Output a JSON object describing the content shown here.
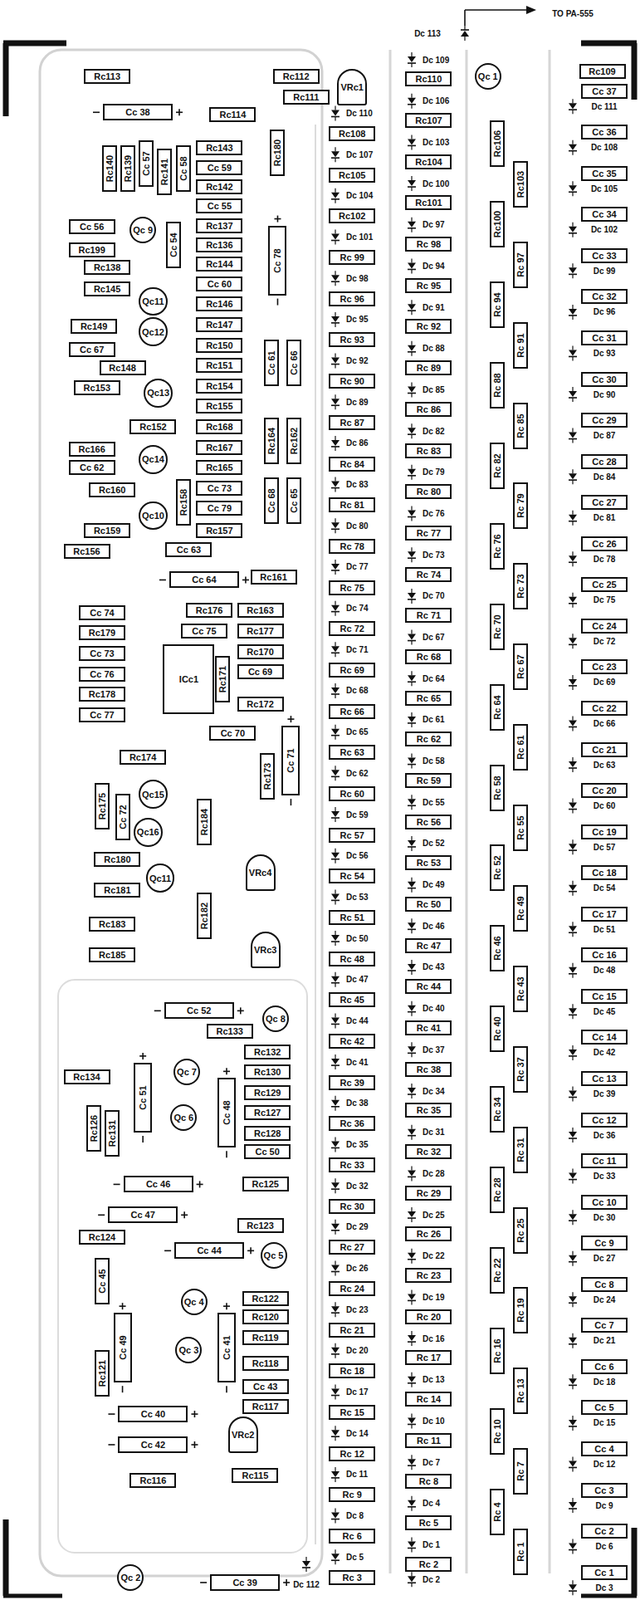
{
  "diagram": {
    "nodes": [
      {
        "text": [
          "Rc 1"
        ]
      },
      {
        "text": [
          "Rc 2"
        ]
      },
      {
        "text": [
          "Rc 3"
        ]
      },
      {
        "text": [
          "Rc 4"
        ]
      },
      {
        "text": [
          "Rc 5"
        ]
      },
      {
        "text": [
          "Rc 6"
        ]
      },
      {
        "text": [
          "Rc 7"
        ]
      },
      {
        "text": [
          "Rc 8"
        ]
      },
      {
        "text": [
          "Rc 9"
        ]
      },
      {
        "text": [
          "Rc 10"
        ]
      },
      {
        "text": [
          "Rc 11"
        ]
      },
      {
        "text": [
          "Rc 12"
        ]
      },
      {
        "text": [
          "Rc 13"
        ]
      },
      {
        "text": [
          "Rc 14"
        ]
      },
      {
        "text": [
          "Rc 15"
        ]
      },
      {
        "text": [
          "Rc 16"
        ]
      },
      {
        "text": [
          "Rc 17"
        ]
      },
      {
        "text": [
          "Rc 18"
        ]
      },
      {
        "text": [
          "Rc 19"
        ]
      },
      {
        "text": [
          "Rc 20"
        ]
      },
      {
        "text": [
          "Rc 21"
        ]
      },
      {
        "text": [
          "Rc 22"
        ]
      },
      {
        "text": [
          "Rc 23"
        ]
      },
      {
        "text": [
          "Rc 24"
        ]
      },
      {
        "text": [
          "Rc 25"
        ]
      },
      {
        "text": [
          "Rc 26"
        ]
      },
      {
        "text": [
          "Rc 27"
        ]
      },
      {
        "text": [
          "Rc 28"
        ]
      },
      {
        "text": [
          "Rc 29"
        ]
      },
      {
        "text": [
          "Rc 30"
        ]
      },
      {
        "text": [
          "Rc 31"
        ]
      },
      {
        "text": [
          "Rc 32"
        ]
      },
      {
        "text": [
          "Rc 33"
        ]
      },
      {
        "text": [
          "Rc 34"
        ]
      },
      {
        "text": [
          "Rc 35"
        ]
      },
      {
        "text": [
          "Rc 36"
        ]
      },
      {
        "text": [
          "Rc 37"
        ]
      },
      {
        "text": [
          "Rc 38"
        ]
      },
      {
        "text": [
          "Rc 39"
        ]
      },
      {
        "text": [
          "Rc 40"
        ]
      },
      {
        "text": [
          "Rc 41"
        ]
      },
      {
        "text": [
          "Rc 42"
        ]
      },
      {
        "text": [
          "Rc 43"
        ]
      },
      {
        "text": [
          "Rc 44"
        ]
      },
      {
        "text": [
          "Rc 45"
        ]
      },
      {
        "text": [
          "Rc 46"
        ]
      },
      {
        "text": [
          "Rc 47"
        ]
      },
      {
        "text": [
          "Rc 48"
        ]
      },
      {
        "text": [
          "Rc 49"
        ]
      },
      {
        "text": [
          "Rc 50"
        ]
      },
      {
        "text": [
          "Rc 51"
        ]
      },
      {
        "text": [
          "Rc 52"
        ]
      },
      {
        "text": [
          "Rc 53"
        ]
      },
      {
        "text": [
          "Rc 54"
        ]
      },
      {
        "text": [
          "Rc 55"
        ]
      },
      {
        "text": [
          "Rc 56"
        ]
      },
      {
        "text": [
          "Rc 57"
        ]
      },
      {
        "text": [
          "Rc 58"
        ]
      },
      {
        "text": [
          "Rc 59"
        ]
      },
      {
        "text": [
          "Rc 60"
        ]
      },
      {
        "text": [
          "Rc 61"
        ]
      },
      {
        "text": [
          "Rc 62"
        ]
      },
      {
        "text": [
          "Rc 63"
        ]
      },
      {
        "text": [
          "Rc 64"
        ]
      },
      {
        "text": [
          "Rc 65"
        ]
      },
      {
        "text": [
          "Rc 66"
        ]
      },
      {
        "text": [
          "Rc 67"
        ]
      },
      {
        "text": [
          "Rc 68"
        ]
      },
      {
        "text": [
          "Rc 69"
        ]
      },
      {
        "text": [
          "Rc 70"
        ]
      },
      {
        "text": [
          "Rc 71"
        ]
      },
      {
        "text": [
          "Rc 72"
        ]
      },
      {
        "text": [
          "Rc 73"
        ]
      },
      {
        "text": [
          "Rc 74"
        ]
      },
      {
        "text": [
          "Rc 75"
        ]
      },
      {
        "text": [
          "Rc 76"
        ]
      },
      {
        "text": [
          "Rc 77"
        ]
      },
      {
        "text": [
          "Rc 78"
        ]
      },
      {
        "text": [
          "Rc 79"
        ]
      },
      {
        "text": [
          "Rc 80"
        ]
      },
      {
        "text": [
          "Rc 81"
        ]
      },
      {
        "text": [
          "Rc 82"
        ]
      },
      {
        "text": [
          "Rc 83"
        ]
      },
      {
        "text": [
          "Rc 84"
        ]
      },
      {
        "text": [
          "Rc 85"
        ]
      },
      {
        "text": [
          "Rc 86"
        ]
      },
      {
        "text": [
          "Rc 87"
        ]
      },
      {
        "text": [
          "Rc 88"
        ]
      },
      {
        "text": [
          "Rc 89"
        ]
      },
      {
        "text": [
          "Rc 90"
        ]
      },
      {
        "text": [
          "Rc 91"
        ]
      },
      {
        "text": [
          "Rc 92"
        ]
      },
      {
        "text": [
          "Rc 93"
        ]
      },
      {
        "text": [
          "Rc 94"
        ]
      },
      {
        "text": [
          "Rc 95"
        ]
      },
      {
        "text": [
          "Rc 96"
        ]
      },
      {
        "text": [
          "Rc 97"
        ]
      },
      {
        "text": [
          "Rc 98"
        ]
      },
      {
        "text": [
          "Rc 99"
        ]
      },
      {
        "text": [
          "Rc100"
        ]
      },
      {
        "text": [
          "Rc101"
        ]
      },
      {
        "text": [
          "Rc102"
        ]
      },
      {
        "text": [
          "Rc103"
        ]
      },
      {
        "text": [
          "Rc104"
        ]
      },
      {
        "text": [
          "Rc105"
        ]
      },
      {
        "text": [
          "Rc106"
        ]
      },
      {
        "text": [
          "Rc107"
        ]
      },
      {
        "text": [
          "Rc108"
        ]
      },
      {
        "text": [
          "Rc109"
        ]
      },
      {
        "text": [
          "Rc110"
        ]
      },
      {
        "text": [
          "Cc 1"
        ]
      },
      {
        "text": [
          "Cc 2"
        ]
      },
      {
        "text": [
          "Cc 3"
        ]
      },
      {
        "text": [
          "Cc 4"
        ]
      },
      {
        "text": [
          "Cc 5"
        ]
      },
      {
        "text": [
          "Cc 6"
        ]
      },
      {
        "text": [
          "Cc 7"
        ]
      },
      {
        "text": [
          "Cc 8"
        ]
      },
      {
        "text": [
          "Cc 9"
        ]
      },
      {
        "text": [
          "Cc 10"
        ]
      },
      {
        "text": [
          "Cc 11"
        ]
      },
      {
        "text": [
          "Cc 12"
        ]
      },
      {
        "text": [
          "Cc 13"
        ]
      },
      {
        "text": [
          "Cc 14"
        ]
      },
      {
        "text": [
          "Cc 15"
        ]
      },
      {
        "text": [
          "Cc 16"
        ]
      },
      {
        "text": [
          "Cc 17"
        ]
      },
      {
        "text": [
          "Cc 18"
        ]
      },
      {
        "text": [
          "Cc 19"
        ]
      },
      {
        "text": [
          "Cc 20"
        ]
      },
      {
        "text": [
          "Cc 21"
        ]
      },
      {
        "text": [
          "Cc 22"
        ]
      },
      {
        "text": [
          "Cc 23"
        ]
      },
      {
        "text": [
          "Cc 24"
        ]
      },
      {
        "text": [
          "Cc 25"
        ]
      },
      {
        "text": [
          "Cc 26"
        ]
      },
      {
        "text": [
          "Cc 27"
        ]
      },
      {
        "text": [
          "Cc 28"
        ]
      },
      {
        "text": [
          "Cc 29"
        ]
      },
      {
        "text": [
          "Cc 30"
        ]
      },
      {
        "text": [
          "Cc 31"
        ]
      },
      {
        "text": [
          "Cc 32"
        ]
      },
      {
        "text": [
          "Cc 33"
        ]
      },
      {
        "text": [
          "Cc 34"
        ]
      },
      {
        "text": [
          "Cc 35"
        ]
      },
      {
        "text": [
          "Cc 36"
        ]
      },
      {
        "text": [
          "Cc 37"
        ]
      },
      {
        "text": [
          "Rc113"
        ]
      },
      {
        "text": [
          "Cc 38"
        ]
      },
      {
        "text": [
          "Rc114"
        ]
      },
      {
        "text": [
          "Rc112"
        ]
      },
      {
        "text": [
          "Rc111"
        ]
      },
      {
        "text": [
          "VRc1"
        ]
      },
      {
        "text": [
          "Qc 1"
        ]
      },
      {
        "text": [
          "Rc140"
        ]
      },
      {
        "text": [
          "Rc139"
        ]
      },
      {
        "text": [
          "Cc 57"
        ]
      },
      {
        "text": [
          "Rc141"
        ]
      },
      {
        "text": [
          "Cc 58"
        ]
      },
      {
        "text": [
          "Rc143"
        ]
      },
      {
        "text": [
          "Cc 59"
        ]
      },
      {
        "text": [
          "Rc142"
        ]
      },
      {
        "text": [
          "Cc 55"
        ]
      },
      {
        "text": [
          "Rc137"
        ]
      },
      {
        "text": [
          "Rc136"
        ]
      },
      {
        "text": [
          "Rc144"
        ]
      },
      {
        "text": [
          "Cc 60"
        ]
      },
      {
        "text": [
          "Rc146"
        ]
      },
      {
        "text": [
          "Rc147"
        ]
      },
      {
        "text": [
          "Rc150"
        ]
      },
      {
        "text": [
          "Rc151"
        ]
      },
      {
        "text": [
          "Rc154"
        ]
      },
      {
        "text": [
          "Rc155"
        ]
      },
      {
        "text": [
          "Rc168"
        ]
      },
      {
        "text": [
          "Rc167"
        ]
      },
      {
        "text": [
          "Rc165"
        ]
      },
      {
        "text": [
          "Cc 73"
        ]
      },
      {
        "text": [
          "Cc 79"
        ]
      },
      {
        "text": [
          "Rc157"
        ]
      },
      {
        "text": [
          "Rc180"
        ]
      },
      {
        "text": [
          "Cc 78"
        ]
      },
      {
        "text": [
          "Cc 61"
        ]
      },
      {
        "text": [
          "Cc 66"
        ]
      },
      {
        "text": [
          "Rc164"
        ]
      },
      {
        "text": [
          "Rc162"
        ]
      },
      {
        "text": [
          "Cc 68"
        ]
      },
      {
        "text": [
          "Cc 65"
        ]
      },
      {
        "text": [
          "Cc 56"
        ]
      },
      {
        "text": [
          "Qc 9"
        ]
      },
      {
        "text": [
          "Cc 54"
        ]
      },
      {
        "text": [
          "Rc199"
        ]
      },
      {
        "text": [
          "Rc138"
        ]
      },
      {
        "text": [
          "Rc145"
        ]
      },
      {
        "text": [
          "Qc11"
        ]
      },
      {
        "text": [
          "Rc149"
        ]
      },
      {
        "text": [
          "Qc12"
        ]
      },
      {
        "text": [
          "Cc 67"
        ]
      },
      {
        "text": [
          "Rc148"
        ]
      },
      {
        "text": [
          "Rc153"
        ]
      },
      {
        "text": [
          "Qc13"
        ]
      },
      {
        "text": [
          "Rc152"
        ]
      },
      {
        "text": [
          "Rc166"
        ]
      },
      {
        "text": [
          "Qc14"
        ]
      },
      {
        "text": [
          "Cc 62"
        ]
      },
      {
        "text": [
          "Rc160"
        ]
      },
      {
        "text": [
          "Qc10"
        ]
      },
      {
        "text": [
          "Rc158"
        ]
      },
      {
        "text": [
          "Rc159"
        ]
      },
      {
        "text": [
          "Rc156"
        ]
      },
      {
        "text": [
          "Cc 63"
        ]
      },
      {
        "text": [
          "Cc 64"
        ]
      },
      {
        "text": [
          "Rc161"
        ]
      },
      {
        "text": [
          "Cc 74"
        ]
      },
      {
        "text": [
          "Rc176"
        ]
      },
      {
        "text": [
          "Rc163"
        ]
      },
      {
        "text": [
          "Rc179"
        ]
      },
      {
        "text": [
          "Cc 75"
        ]
      },
      {
        "text": [
          "Rc177"
        ]
      },
      {
        "text": [
          "Cc 73"
        ]
      },
      {
        "text": [
          "ICc1"
        ]
      },
      {
        "text": [
          "Rc171"
        ]
      },
      {
        "text": [
          "Rc170"
        ]
      },
      {
        "text": [
          "Cc 69"
        ]
      },
      {
        "text": [
          "Rc172"
        ]
      },
      {
        "text": [
          "Cc 76"
        ]
      },
      {
        "text": [
          "Rc178"
        ]
      },
      {
        "text": [
          "Cc 77"
        ]
      },
      {
        "text": [
          "Cc 70"
        ]
      },
      {
        "text": [
          "Rc174"
        ]
      },
      {
        "text": [
          "Cc 71"
        ]
      },
      {
        "text": [
          "Rc173"
        ]
      },
      {
        "text": [
          "Rc175"
        ]
      },
      {
        "text": [
          "Cc 72"
        ]
      },
      {
        "text": [
          "Qc15"
        ]
      },
      {
        "text": [
          "Qc16"
        ]
      },
      {
        "text": [
          "Rc184"
        ]
      },
      {
        "text": [
          "Rc180"
        ]
      },
      {
        "text": [
          "Qc11"
        ]
      },
      {
        "text": [
          "Rc181"
        ]
      },
      {
        "text": [
          "VRc4"
        ]
      },
      {
        "text": [
          "Rc182"
        ]
      },
      {
        "text": [
          "Rc183"
        ]
      },
      {
        "text": [
          "Rc185"
        ]
      },
      {
        "text": [
          "VRc3"
        ]
      },
      {
        "text": [
          "Cc 52"
        ]
      },
      {
        "text": [
          "Qc 8"
        ]
      },
      {
        "text": [
          "Rc133"
        ]
      },
      {
        "text": [
          "Rc134"
        ]
      },
      {
        "text": [
          "Cc 51"
        ]
      },
      {
        "text": [
          "Qc 7"
        ]
      },
      {
        "text": [
          "Rc132"
        ]
      },
      {
        "text": [
          "Rc130"
        ]
      },
      {
        "text": [
          "Rc129"
        ]
      },
      {
        "text": [
          "Cc 48"
        ]
      },
      {
        "text": [
          "Rc127"
        ]
      },
      {
        "text": [
          "Rc128"
        ]
      },
      {
        "text": [
          "Cc 50"
        ]
      },
      {
        "text": [
          "Qc 6"
        ]
      },
      {
        "text": [
          "Rc126"
        ]
      },
      {
        "text": [
          "Rc131"
        ]
      },
      {
        "text": [
          "Cc 46"
        ]
      },
      {
        "text": [
          "Rc125"
        ]
      },
      {
        "text": [
          "Cc 47"
        ]
      },
      {
        "text": [
          "Rc123"
        ]
      },
      {
        "text": [
          "Rc124"
        ]
      },
      {
        "text": [
          "Cc 44"
        ]
      },
      {
        "text": [
          "Qc 5"
        ]
      },
      {
        "text": [
          "Cc 45"
        ]
      },
      {
        "text": [
          "Qc 4"
        ]
      },
      {
        "text": [
          "Cc 49"
        ]
      },
      {
        "text": [
          "Qc 3"
        ]
      },
      {
        "text": [
          "Cc 41"
        ]
      },
      {
        "text": [
          "Rc122"
        ]
      },
      {
        "text": [
          "Rc120"
        ]
      },
      {
        "text": [
          "Rc119"
        ]
      },
      {
        "text": [
          "Rc118"
        ]
      },
      {
        "text": [
          "Cc 43"
        ]
      },
      {
        "text": [
          "Rc117"
        ]
      },
      {
        "text": [
          "Rc121"
        ]
      },
      {
        "text": [
          "Cc 40"
        ]
      },
      {
        "text": [
          "Cc 42"
        ]
      },
      {
        "text": [
          "VRc2"
        ]
      },
      {
        "text": [
          "Rc116"
        ]
      },
      {
        "text": [
          "Rc115"
        ]
      },
      {
        "text": [
          "Qc 2"
        ]
      },
      {
        "text": [
          "Cc 39"
        ]
      }
    ],
    "labels": [
      "Dc 1",
      "Dc 2",
      "Dc 3",
      "Dc 4",
      "Dc 5",
      "Dc 6",
      "Dc 7",
      "Dc 8",
      "Dc 9",
      "Dc 10",
      "Dc 11",
      "Dc 12",
      "Dc 13",
      "Dc 14",
      "Dc 15",
      "Dc 16",
      "Dc 17",
      "Dc 18",
      "Dc 19",
      "Dc 20",
      "Dc 21",
      "Dc 22",
      "Dc 23",
      "Dc 24",
      "Dc 25",
      "Dc 26",
      "Dc 27",
      "Dc 28",
      "Dc 29",
      "Dc 30",
      "Dc 31",
      "Dc 32",
      "Dc 33",
      "Dc 34",
      "Dc 35",
      "Dc 36",
      "Dc 37",
      "Dc 38",
      "Dc 39",
      "Dc 40",
      "Dc 41",
      "Dc 42",
      "Dc 43",
      "Dc 44",
      "Dc 45",
      "Dc 46",
      "Dc 47",
      "Dc 48",
      "Dc 49",
      "Dc 50",
      "Dc 51",
      "Dc 52",
      "Dc 53",
      "Dc 54",
      "Dc 55",
      "Dc 56",
      "Dc 57",
      "Dc 58",
      "Dc 59",
      "Dc 60",
      "Dc 61",
      "Dc 62",
      "Dc 63",
      "Dc 64",
      "Dc 65",
      "Dc 66",
      "Dc 67",
      "Dc 68",
      "Dc 69",
      "Dc 70",
      "Dc 71",
      "Dc 72",
      "Dc 73",
      "Dc 74",
      "Dc 75",
      "Dc 76",
      "Dc 77",
      "Dc 78",
      "Dc 79",
      "Dc 80",
      "Dc 81",
      "Dc 82",
      "Dc 83",
      "Dc 84",
      "Dc 85",
      "Dc 86",
      "Dc 87",
      "Dc 88",
      "Dc 89",
      "Dc 90",
      "Dc 91",
      "Dc 92",
      "Dc 93",
      "Dc 94",
      "Dc 95",
      "Dc 96",
      "Dc 97",
      "Dc 98",
      "Dc 99",
      "Dc 100",
      "Dc 101",
      "Dc 102",
      "Dc 103",
      "Dc 104",
      "Dc 105",
      "Dc 106",
      "Dc 107",
      "Dc 108",
      "Dc 109",
      "Dc 110",
      "Dc 111",
      "Dc 112",
      "Dc 113",
      "TO PA-555"
    ]
  }
}
